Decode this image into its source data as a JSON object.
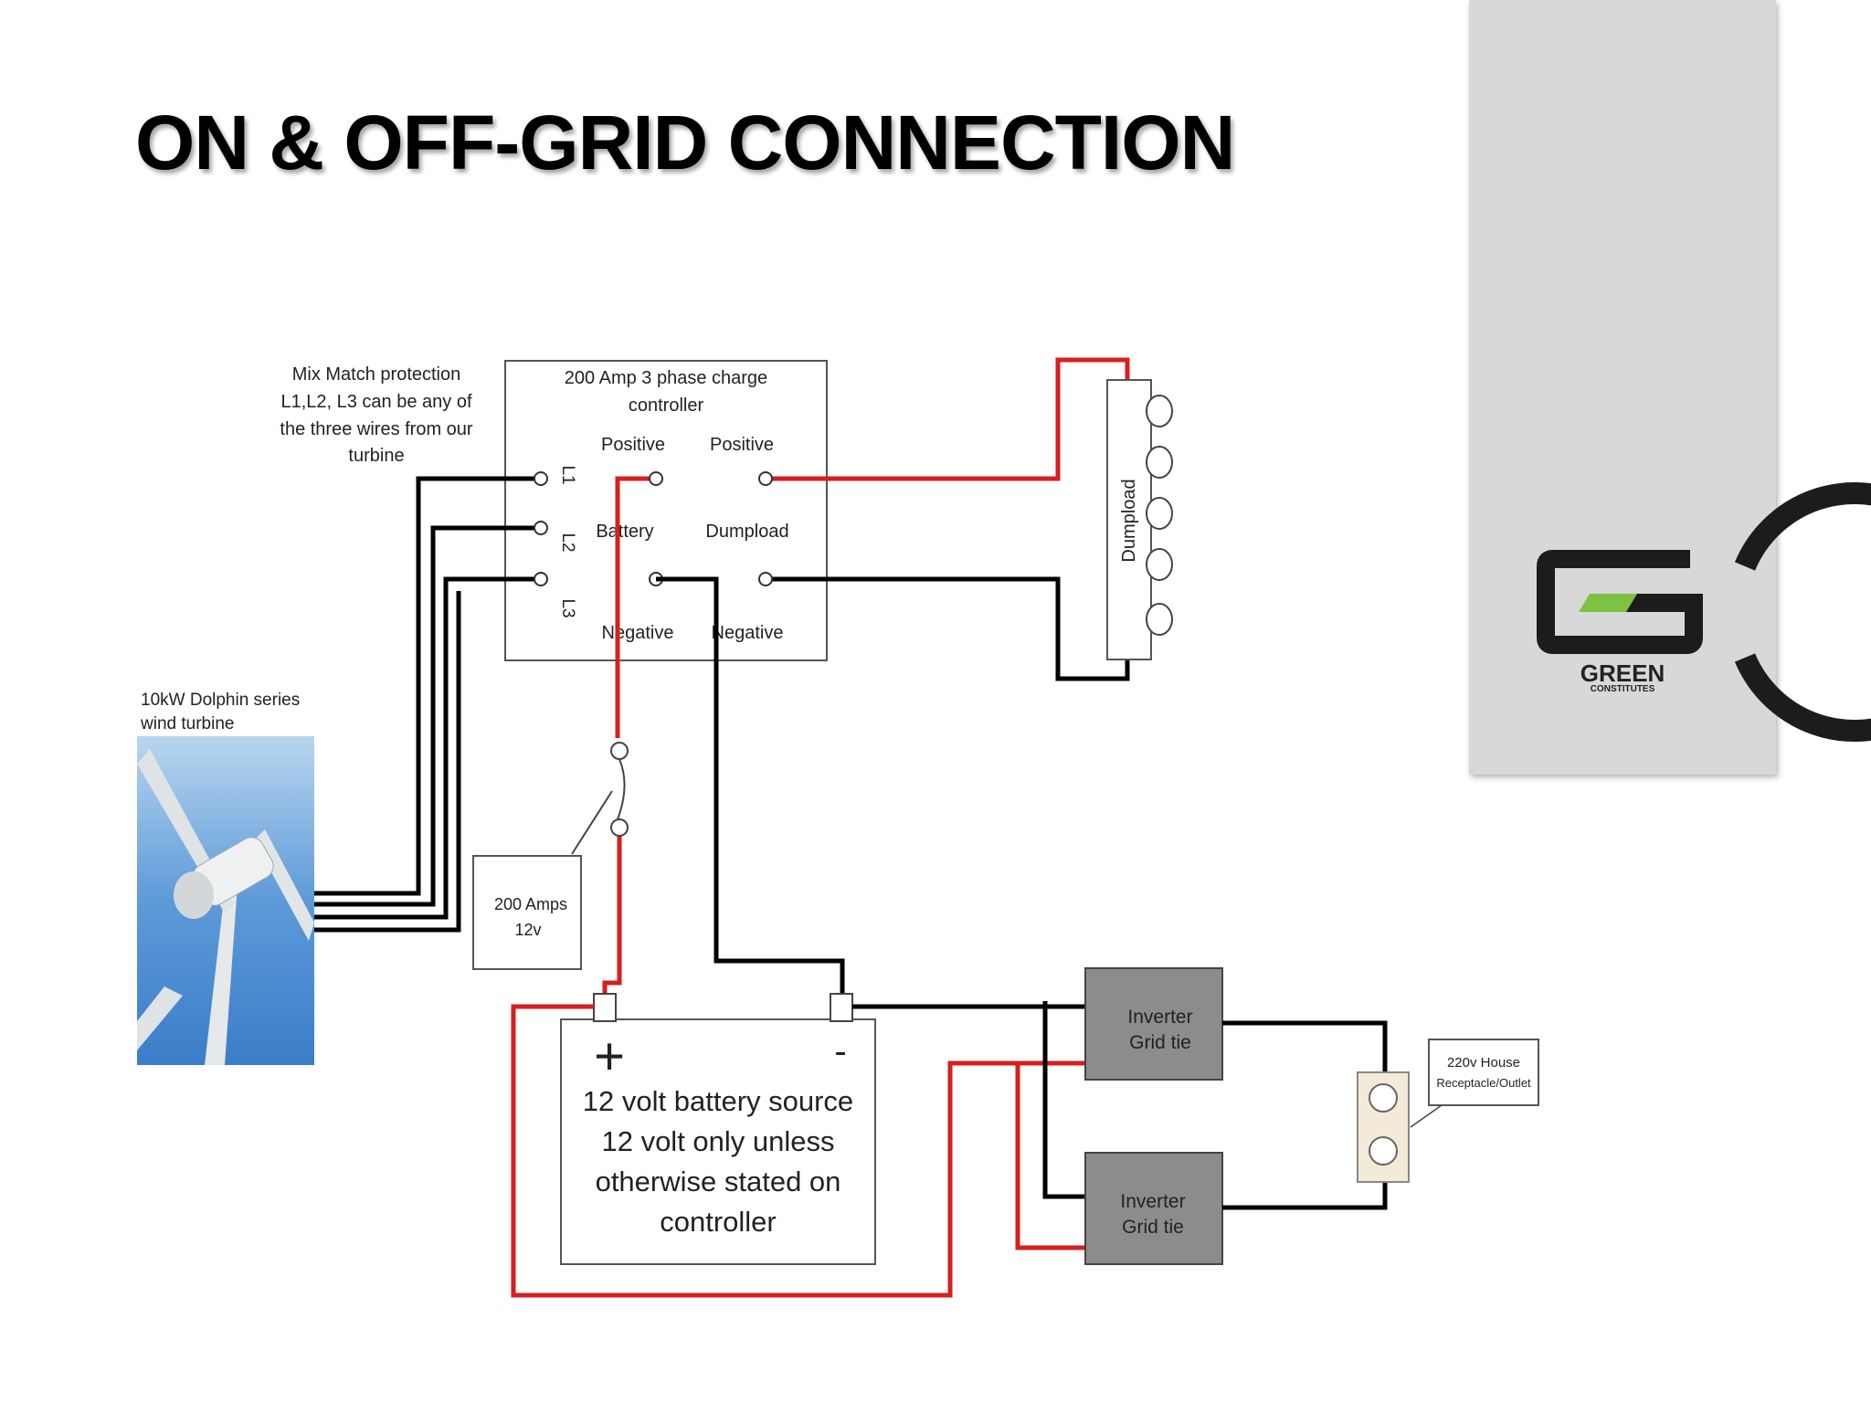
{
  "slide": {
    "title": "ON & OFF-GRID CONNECTION"
  },
  "logo": {
    "line1": "GREEN",
    "line2": "CONSTITUTES",
    "accent_color": "#7dc242"
  },
  "diagram": {
    "mix_match_note": [
      "Mix Match protection",
      "L1,L2, L3 can be any of",
      "the three wires from our",
      "turbine"
    ],
    "controller": {
      "title": [
        "200 Amp 3 phase charge",
        "controller"
      ],
      "positive_left": "Positive",
      "positive_right": "Positive",
      "battery": "Battery",
      "dumpload": "Dumpload",
      "negative_left": "Negative",
      "negative_right": "Negative",
      "l1": "L1",
      "l2": "L2",
      "l3": "L3"
    },
    "dumpload_label": "Dumpload",
    "turbine_caption": [
      "10kW Dolphin series",
      "wind turbine"
    ],
    "breaker": [
      "200 Amps",
      "12v"
    ],
    "battery": {
      "plus": "+",
      "minus": "-",
      "lines": [
        "12 volt battery source",
        "12 volt only unless",
        "otherwise stated on",
        "controller"
      ]
    },
    "inverter_top": [
      "Inverter",
      "Grid tie"
    ],
    "inverter_bottom": [
      "Inverter",
      "Grid tie"
    ],
    "outlet_label": [
      "220v House",
      "Receptacle/Outlet"
    ],
    "colors": {
      "positive_wire": "#d61f1f",
      "negative_wire": "#000000",
      "inverter_fill": "#8c8c8c"
    }
  }
}
